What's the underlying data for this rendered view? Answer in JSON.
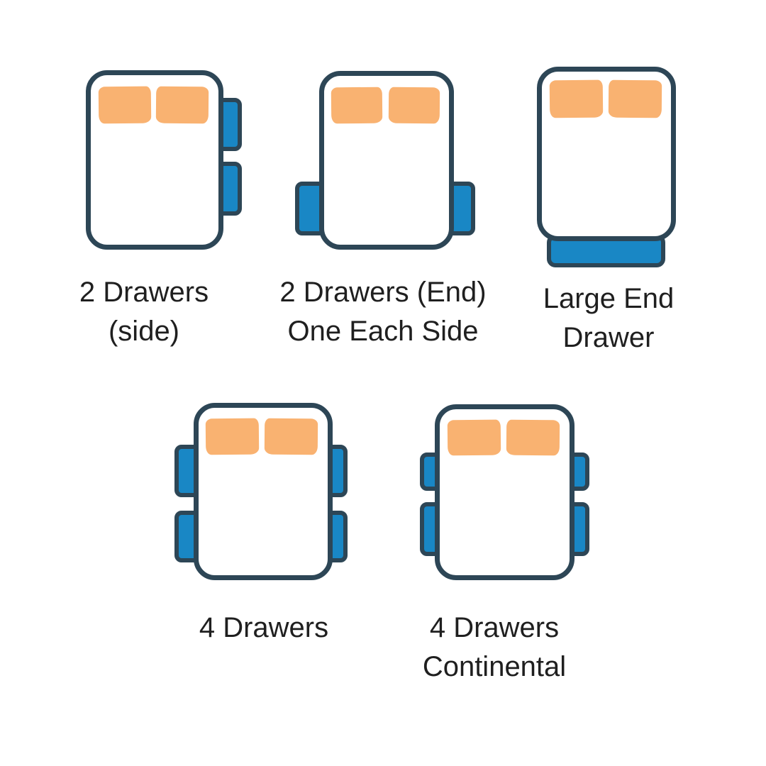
{
  "colors": {
    "outline": "#2d4656",
    "drawer_blue": "#1987c5",
    "pillow_orange": "#f9b271",
    "label_text": "#1f1f1f",
    "bed_fill": "#ffffff",
    "page_bg": "#ffffff"
  },
  "figures": [
    {
      "name": "2 Drawers (side)",
      "label_lines": [
        "2 Drawers",
        "(side)"
      ],
      "drawer_count": 2,
      "drawer_placement": "two drawers on right side",
      "pillow_count": 2
    },
    {
      "name": "2 Drawers (End) One Each Side",
      "label_lines": [
        "2 Drawers (End)",
        "One Each Side"
      ],
      "drawer_count": 2,
      "drawer_placement": "one drawer each side near foot end",
      "pillow_count": 2
    },
    {
      "name": "Large End Drawer",
      "label_lines": [
        "Large End",
        "Drawer"
      ],
      "drawer_count": 1,
      "drawer_placement": "single wide drawer across foot end",
      "pillow_count": 2
    },
    {
      "name": "4 Drawers",
      "label_lines": [
        "4 Drawers"
      ],
      "drawer_count": 4,
      "drawer_placement": "two drawers each side",
      "pillow_count": 2
    },
    {
      "name": "4 Drawers Continental",
      "label_lines": [
        "4 Drawers",
        "Continental"
      ],
      "drawer_count": 4,
      "drawer_placement": "two drawers each side, shorter upper drawers",
      "pillow_count": 2
    }
  ]
}
